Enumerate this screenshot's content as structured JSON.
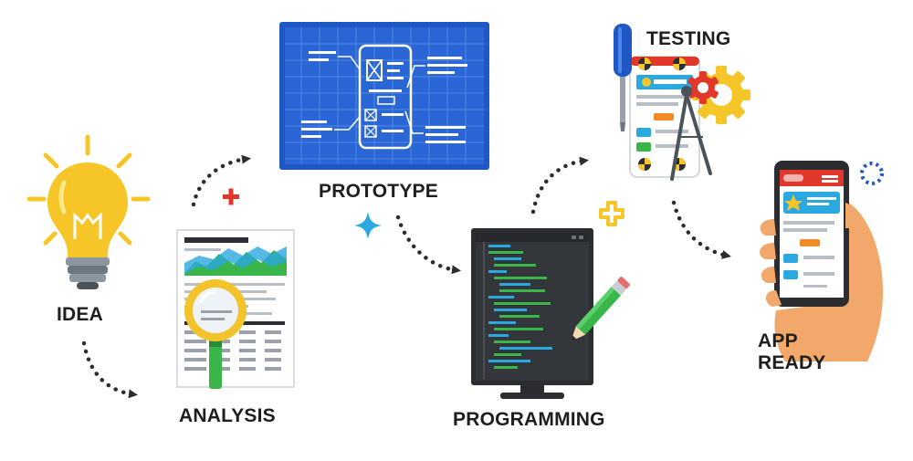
{
  "stages": {
    "idea": "IDEA",
    "analysis": "ANALYSIS",
    "prototype": "PROTOTYPE",
    "programming": "PROGRAMMING",
    "testing": "TESTING",
    "app_ready_line1": "APP",
    "app_ready_line2": "READY"
  },
  "colors": {
    "blueprint": "#1f57c4",
    "bulb": "#f6c628",
    "screen_dark": "#2b2d31",
    "code_green": "#39b54a",
    "code_cyan": "#2aa8e0",
    "accent_red": "#e2372b",
    "arrow": "#2b2d31",
    "skin": "#f2a86a"
  }
}
